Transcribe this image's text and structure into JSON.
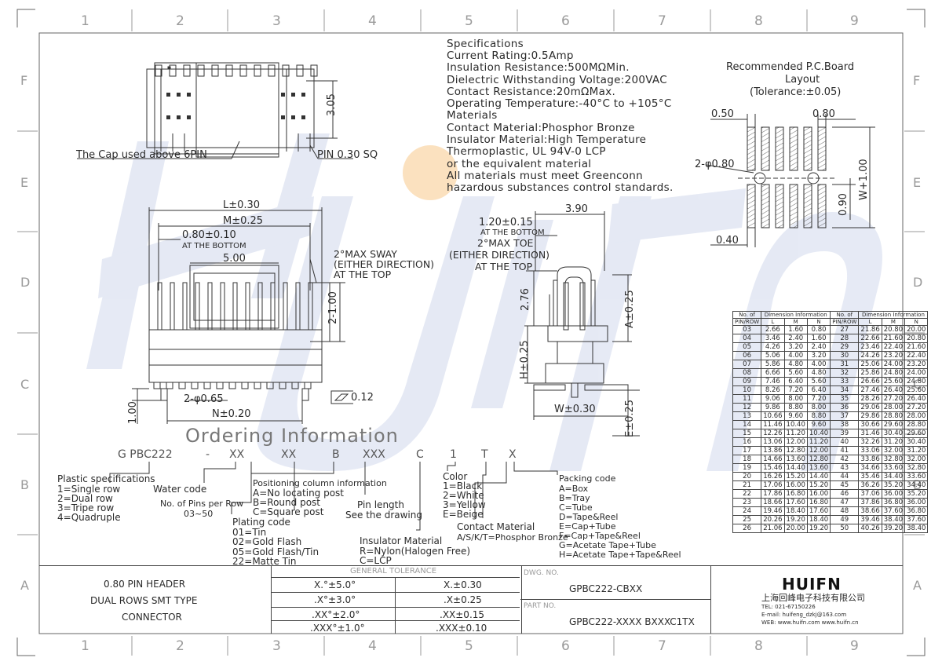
{
  "frame": {
    "top_numbers": [
      "1",
      "2",
      "3",
      "4",
      "5",
      "6",
      "7",
      "8",
      "9"
    ],
    "side_letters": [
      "F",
      "E",
      "D",
      "C",
      "B",
      "A"
    ]
  },
  "watermark": "HUIFN",
  "specifications": [
    "Specifications",
    "Current Rating:0.5Amp",
    "Insulation Resistance:500MΩMin.",
    "Dielectric Withstanding Voltage:200VAC",
    "Contact Resistance:20mΩMax.",
    "Operating Temperature:-40°C to +105°C",
    "Materials",
    "Contact Material:Phosphor Bronze",
    "Insulator Material:High Temperature",
    "Thermoplastic, UL 94V-0 LCP",
    "or the equivalent material",
    "All materials must meet Greenconn",
    "hazardous substances control standards."
  ],
  "top_view": {
    "dim_height": "3.05",
    "cap_note": "The Cap used above 6PIN",
    "pin_note": "PIN 0.30 SQ"
  },
  "front_view": {
    "dim_L": "L±0.30",
    "dim_M": "M±0.25",
    "dim_pitch": "0.80±0.10",
    "at_bottom": "AT THE BOTTOM",
    "dim_cap": "5.00",
    "sway": [
      "2°MAX SWAY",
      "(EITHER DIRECTION)",
      "AT THE TOP"
    ],
    "dim_2_100": "2-1.00",
    "dim_hole": "2-φ0.65",
    "dim_N": "N±0.20",
    "dim_100": "1.00",
    "flatness": "0.12"
  },
  "side_view": {
    "dim_390": "3.90",
    "dim_120": "1.20±0.15",
    "at_bottom": "AT THE BOTTOM",
    "toe": [
      "2°MAX TOE",
      "(EITHER DIRECTION)",
      "AT THE TOP"
    ],
    "dim_276": "2.76",
    "dim_A": "A±0.25",
    "dim_H": "H±0.25",
    "dim_W": "W±0.30",
    "dim_E": "E±0.25"
  },
  "pcb_layout": {
    "title": [
      "Recommended P.C.Board",
      "Layout",
      "(Tolerance:±0.05)"
    ],
    "dim_050": "0.50",
    "dim_080": "0.80",
    "dim_hole": "2-φ0.80",
    "dim_W100": "W+1.00",
    "dim_090": "0.90",
    "dim_040": "0.40"
  },
  "ordering": {
    "title": "Ordering Information",
    "code": [
      "G PBC222",
      "-",
      "XX",
      "XX",
      "B",
      "XXX",
      "C",
      "1",
      "T",
      "X"
    ],
    "plastic": [
      "Plastic specifications",
      "1=Single row",
      "2=Dual row",
      "3=Tripe row",
      "4=Quadruple"
    ],
    "water_code": "Water code",
    "pins_per_row": [
      "No. of Pins per Row",
      "03~50"
    ],
    "plating": [
      "Plating code",
      "01=Tin",
      "02=Gold Flash",
      "05=Gold Flash/Tin",
      "22=Matte Tin"
    ],
    "positioning": [
      "Positioning column information",
      "A=No locating post",
      "B=Round post",
      "C=Square post"
    ],
    "pin_length": [
      "Pin length",
      "See the drawing"
    ],
    "insulator": [
      "Insulator Material",
      "R=Nylon(Halogen Free)",
      "C=LCP"
    ],
    "color": [
      "Color",
      "1=Black",
      "2=White",
      "3=Yellow",
      "E=Beige"
    ],
    "contact": [
      "Contact Material",
      "A/S/K/T=Phosphor Bronze"
    ],
    "packing": [
      "Packing code",
      "A=Box",
      "B=Tray",
      "C=Tube",
      "D=Tape&Reel",
      "E=Cap+Tube",
      "F=Cap+Tape&Reel",
      "G=Acetate Tape+Tube",
      "H=Acetate Tape+Tape&Reel"
    ]
  },
  "dimension_table": {
    "header1": [
      "No. of",
      "Dimension Information",
      "No. of",
      "Dimension Information"
    ],
    "header2": [
      "PIN/ROW",
      "L",
      "M",
      "N",
      "PIN/ROW",
      "L",
      "M",
      "N"
    ],
    "rows": [
      [
        "03",
        "2.66",
        "1.60",
        "0.80",
        "27",
        "21.86",
        "20.80",
        "20.00"
      ],
      [
        "04",
        "3.46",
        "2.40",
        "1.60",
        "28",
        "22.66",
        "21.60",
        "20.80"
      ],
      [
        "05",
        "4.26",
        "3.20",
        "2.40",
        "29",
        "23.46",
        "22.40",
        "21.60"
      ],
      [
        "06",
        "5.06",
        "4.00",
        "3.20",
        "30",
        "24.26",
        "23.20",
        "22.40"
      ],
      [
        "07",
        "5.86",
        "4.80",
        "4.00",
        "31",
        "25.06",
        "24.00",
        "23.20"
      ],
      [
        "08",
        "6.66",
        "5.60",
        "4.80",
        "32",
        "25.86",
        "24.80",
        "24.00"
      ],
      [
        "09",
        "7.46",
        "6.40",
        "5.60",
        "33",
        "26.66",
        "25.60",
        "24.80"
      ],
      [
        "10",
        "8.26",
        "7.20",
        "6.40",
        "34",
        "27.46",
        "26.40",
        "25.60"
      ],
      [
        "11",
        "9.06",
        "8.00",
        "7.20",
        "35",
        "28.26",
        "27.20",
        "26.40"
      ],
      [
        "12",
        "9.86",
        "8.80",
        "8.00",
        "36",
        "29.06",
        "28.00",
        "27.20"
      ],
      [
        "13",
        "10.66",
        "9.60",
        "8.80",
        "37",
        "29.86",
        "28.80",
        "28.00"
      ],
      [
        "14",
        "11.46",
        "10.40",
        "9.60",
        "38",
        "30.66",
        "29.60",
        "28.80"
      ],
      [
        "15",
        "12.26",
        "11.20",
        "10.40",
        "39",
        "31.46",
        "30.40",
        "29.60"
      ],
      [
        "16",
        "13.06",
        "12.00",
        "11.20",
        "40",
        "32.26",
        "31.20",
        "30.40"
      ],
      [
        "17",
        "13.86",
        "12.80",
        "12.00",
        "41",
        "33.06",
        "32.00",
        "31.20"
      ],
      [
        "18",
        "14.66",
        "13.60",
        "12.80",
        "42",
        "33.86",
        "32.80",
        "32.00"
      ],
      [
        "19",
        "15.46",
        "14.40",
        "13.60",
        "43",
        "34.66",
        "33.60",
        "32.80"
      ],
      [
        "20",
        "16.26",
        "15.20",
        "14.40",
        "44",
        "35.46",
        "34.40",
        "33.60"
      ],
      [
        "21",
        "17.06",
        "16.00",
        "15.20",
        "45",
        "36.26",
        "35.20",
        "34.40"
      ],
      [
        "22",
        "17.86",
        "16.80",
        "16.00",
        "46",
        "37.06",
        "36.00",
        "35.20"
      ],
      [
        "23",
        "18.66",
        "17.60",
        "16.80",
        "47",
        "37.86",
        "36.80",
        "36.00"
      ],
      [
        "24",
        "19.46",
        "18.40",
        "17.60",
        "48",
        "38.66",
        "37.60",
        "36.80"
      ],
      [
        "25",
        "20.26",
        "19.20",
        "18.40",
        "49",
        "39.46",
        "38.40",
        "37.60"
      ],
      [
        "26",
        "21.06",
        "20.00",
        "19.20",
        "50",
        "40.26",
        "39.20",
        "38.40"
      ]
    ]
  },
  "title_block": {
    "product": [
      "0.80 PIN HEADER",
      "DUAL ROWS SMT TYPE",
      "CONNECTOR"
    ],
    "tolerance_title": "GENERAL TOLERANCE",
    "tolerance": [
      [
        "X.°±5.0°",
        "X.±0.30"
      ],
      [
        ".X°±3.0°",
        ".X±0.25"
      ],
      [
        ".XX°±2.0°",
        ".XX±0.15"
      ],
      [
        ".XXX°±1.0°",
        ".XXX±0.10"
      ]
    ],
    "dwg_label": "DWG. NO.",
    "dwg_no": "GPBC222-CBXX",
    "part_label": "PART NO.",
    "part_no": "GPBC222-XXXX BXXXC1TX",
    "logo": "HUIFN",
    "company": "上海回峰电子科技有限公司",
    "tel": "TEL: 021-67150226",
    "email": "E-mail: huifeng_dzkj@163.com",
    "web": "WEB: www.huifn.com  www.huifn.cn"
  }
}
